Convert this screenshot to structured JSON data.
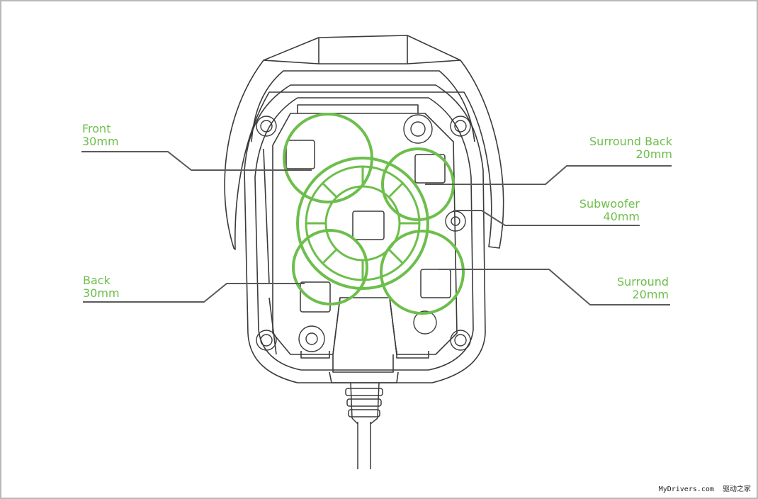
{
  "colors": {
    "accent": "#6dbe4b",
    "line": "#3a3a3a",
    "leader": "#5a5a5a"
  },
  "labels": {
    "front": {
      "line1": "Front",
      "line2": "30mm"
    },
    "back": {
      "line1": "Back",
      "line2": "30mm"
    },
    "surround_back": {
      "line1": "Surround Back",
      "line2": "20mm"
    },
    "subwoofer": {
      "line1": "Subwoofer",
      "line2": "40mm"
    },
    "surround": {
      "line1": "Surround",
      "line2": "20mm"
    }
  },
  "credit": {
    "site": "MyDrivers.com",
    "cn": "驱动之家"
  }
}
